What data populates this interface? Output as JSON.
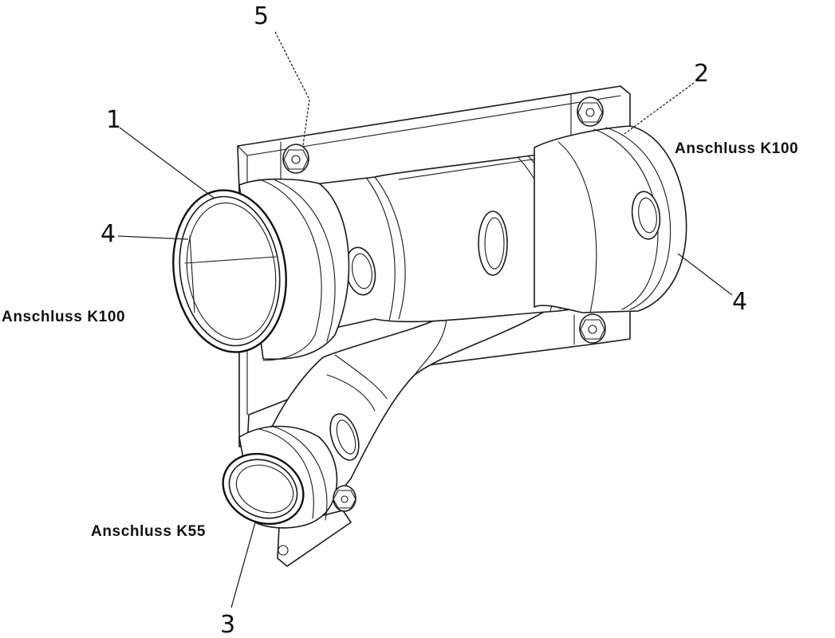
{
  "callouts": {
    "c1": "1",
    "c2": "2",
    "c3": "3",
    "c4_left": "4",
    "c4_right": "4",
    "c5": "5"
  },
  "connections": {
    "left": "Anschluss K100",
    "right": "Anschluss K100",
    "bottom": "Anschluss K55"
  }
}
